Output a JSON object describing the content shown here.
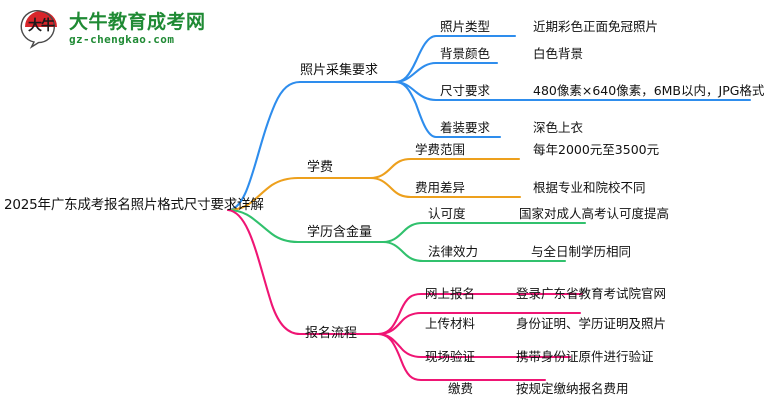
{
  "logo": {
    "mark_text": "大牛",
    "name": "大牛教育成考网",
    "domain": "gz-chengkao.com",
    "mark_color": "#d8252a",
    "text_color": "#1f8a34"
  },
  "mindmap": {
    "root": {
      "label": "2025年广东成考报名照片格式尺寸要求详解"
    },
    "branches": [
      {
        "label": "照片采集要求",
        "color": "#2e8ded",
        "items": [
          {
            "key": "照片类型",
            "value": "近期彩色正面免冠照片"
          },
          {
            "key": "背景颜色",
            "value": "白色背景"
          },
          {
            "key": "尺寸要求",
            "value": "480像素×640像素，6MB以内，JPG格式"
          },
          {
            "key": "着装要求",
            "value": "深色上衣"
          }
        ]
      },
      {
        "label": "学费",
        "color": "#eda01d",
        "items": [
          {
            "key": "学费范围",
            "value": "每年2000元至3500元"
          },
          {
            "key": "费用差异",
            "value": "根据专业和院校不同"
          }
        ]
      },
      {
        "label": "学历含金量",
        "color": "#31c16d",
        "items": [
          {
            "key": "认可度",
            "value": "国家对成人高考认可度提高"
          },
          {
            "key": "法律效力",
            "value": "与全日制学历相同"
          }
        ]
      },
      {
        "label": "报名流程",
        "color": "#ef1574",
        "items": [
          {
            "key": "网上报名",
            "value": "登录广东省教育考试院官网"
          },
          {
            "key": "上传材料",
            "value": "身份证明、学历证明及照片"
          },
          {
            "key": "现场验证",
            "value": "携带身份证原件进行验证"
          },
          {
            "key": "缴费",
            "value": "按规定缴纳报名费用"
          }
        ]
      }
    ]
  }
}
